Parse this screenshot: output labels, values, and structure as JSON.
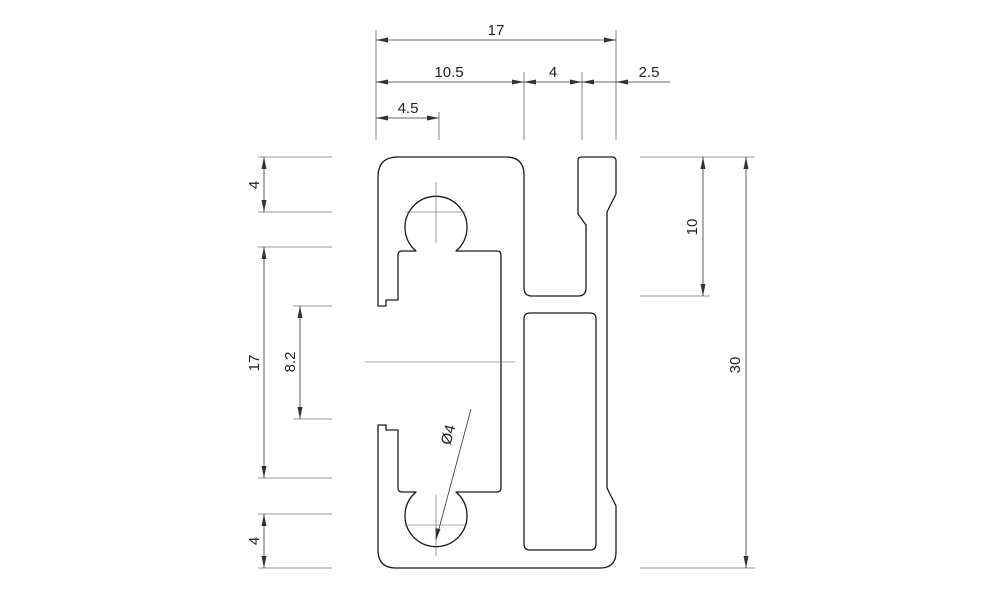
{
  "dimensions": {
    "top_overall": "17",
    "top_left_segment": "10.5",
    "top_mid_segment": "4",
    "top_right_segment": "2.5",
    "top_slot_offset": "4.5",
    "left_top": "4",
    "left_middle": "17",
    "left_inner": "8.2",
    "left_bottom": "4",
    "right_upper": "10",
    "right_overall": "30",
    "hole_diameter": "Ø4"
  },
  "colors": {
    "line": "#1a1a1a",
    "dimension": "#333333",
    "background": "#ffffff"
  }
}
